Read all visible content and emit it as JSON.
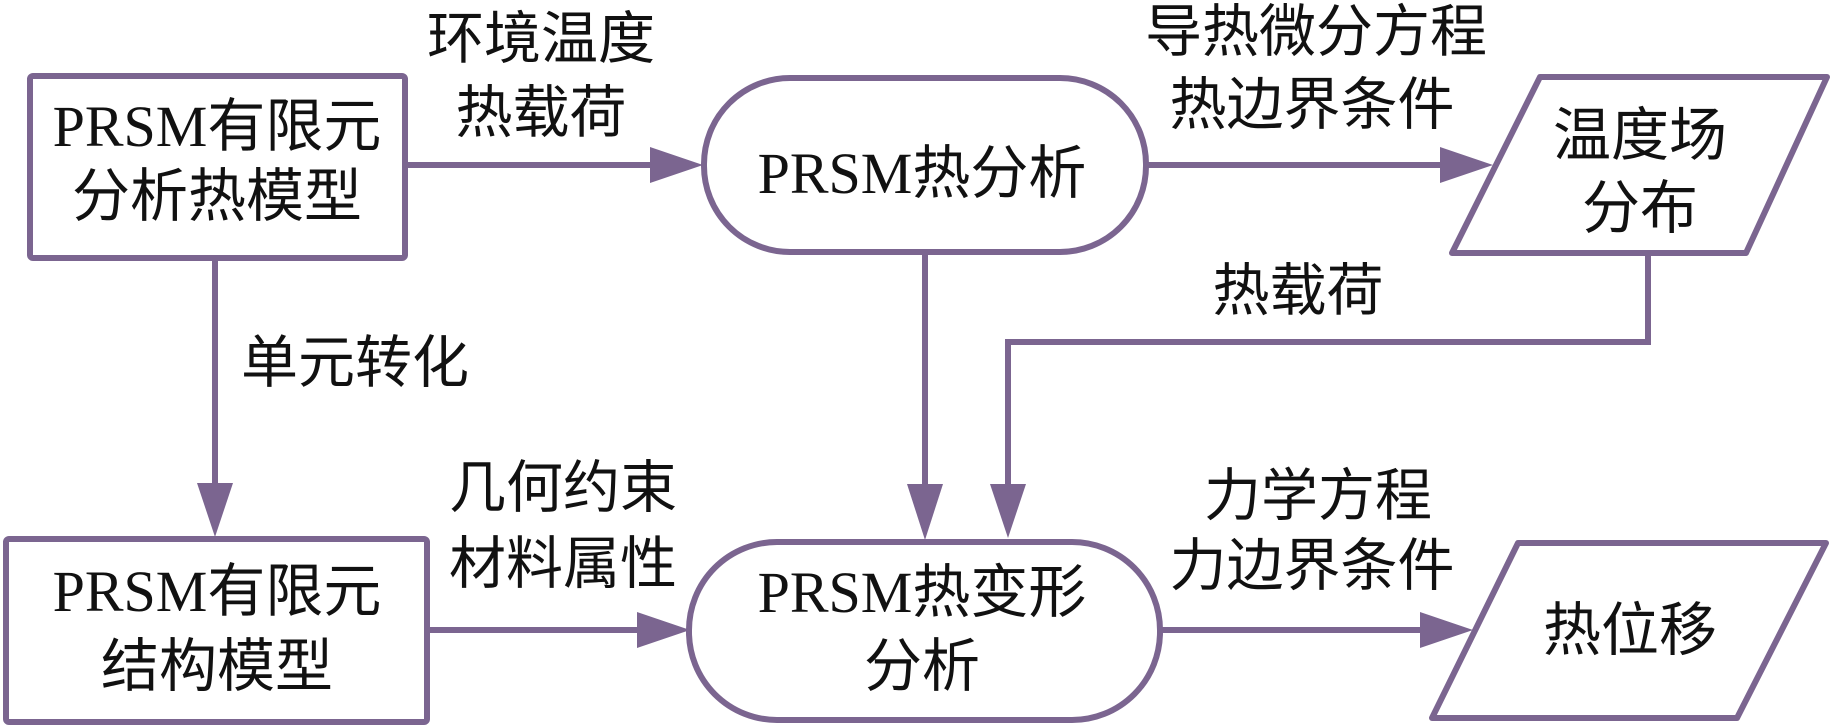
{
  "diagram": {
    "type": "flowchart",
    "colors": {
      "stroke": "#7b6590",
      "fill": "#ffffff",
      "text": "#111111"
    },
    "nodes": {
      "thermal_model": {
        "shape": "rectangle",
        "lines": [
          "PRSM有限元",
          "分析热模型"
        ]
      },
      "thermal_analysis": {
        "shape": "rounded",
        "lines": [
          "PRSM热分析"
        ]
      },
      "temperature_field": {
        "shape": "parallelogram",
        "lines": [
          "温度场",
          "分布"
        ]
      },
      "structural_model": {
        "shape": "rectangle",
        "lines": [
          "PRSM有限元",
          "结构模型"
        ]
      },
      "thermal_deformation": {
        "shape": "rounded",
        "lines": [
          "PRSM热变形",
          "分析"
        ]
      },
      "thermal_displacement": {
        "shape": "parallelogram",
        "lines": [
          "热位移"
        ]
      }
    },
    "edges": {
      "model_to_analysis": {
        "from": "thermal_model",
        "to": "thermal_analysis",
        "label_lines": [
          "环境温度",
          "热载荷"
        ]
      },
      "analysis_to_field": {
        "from": "thermal_analysis",
        "to": "temperature_field",
        "label_lines": [
          "导热微分方程",
          "热边界条件"
        ]
      },
      "field_to_deformation": {
        "from": "temperature_field",
        "to": "thermal_deformation",
        "label_lines": [
          "热载荷"
        ]
      },
      "model_to_structural": {
        "from": "thermal_model",
        "to": "structural_model",
        "label_lines": [
          "单元转化"
        ]
      },
      "structural_to_deformation": {
        "from": "structural_model",
        "to": "thermal_deformation",
        "label_lines": [
          "几何约束",
          "材料属性"
        ]
      },
      "analysis_to_deformation": {
        "from": "thermal_analysis",
        "to": "thermal_deformation",
        "label_lines": []
      },
      "deformation_to_displacement": {
        "from": "thermal_deformation",
        "to": "thermal_displacement",
        "label_lines": [
          "力学方程",
          "力边界条件"
        ]
      }
    }
  }
}
